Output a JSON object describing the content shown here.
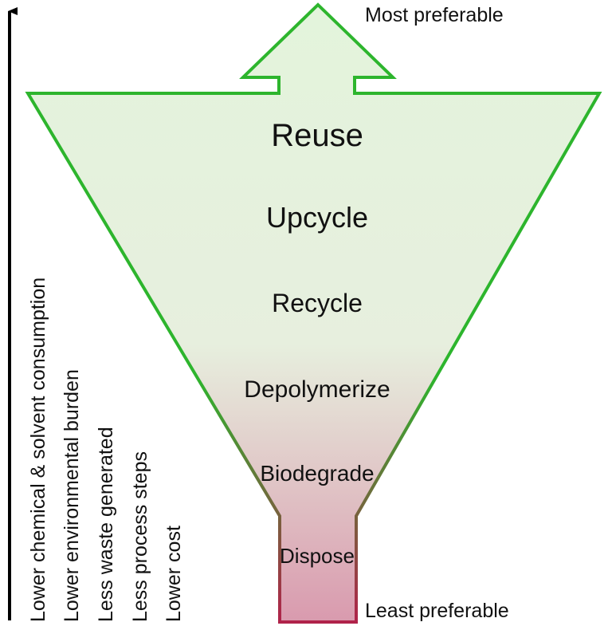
{
  "colors": {
    "outline_top": "#2db52d",
    "outline_bottom": "#b0234a",
    "fill_top": "#e3f4dc",
    "fill_mid": "#e7efde",
    "fill_bottom": "#d99aae",
    "arrow": "#000000"
  },
  "labels": {
    "top": "Most preferable",
    "bottom": "Least preferable"
  },
  "stages": [
    "Reuse",
    "Upcycle",
    "Recycle",
    "Depolymerize",
    "Biodegrade",
    "Dispose"
  ],
  "criteria": [
    "Lower chemical & solvent consumption",
    "Lower environmental burden",
    "Less waste generated",
    "Less process steps",
    "Lower cost"
  ]
}
